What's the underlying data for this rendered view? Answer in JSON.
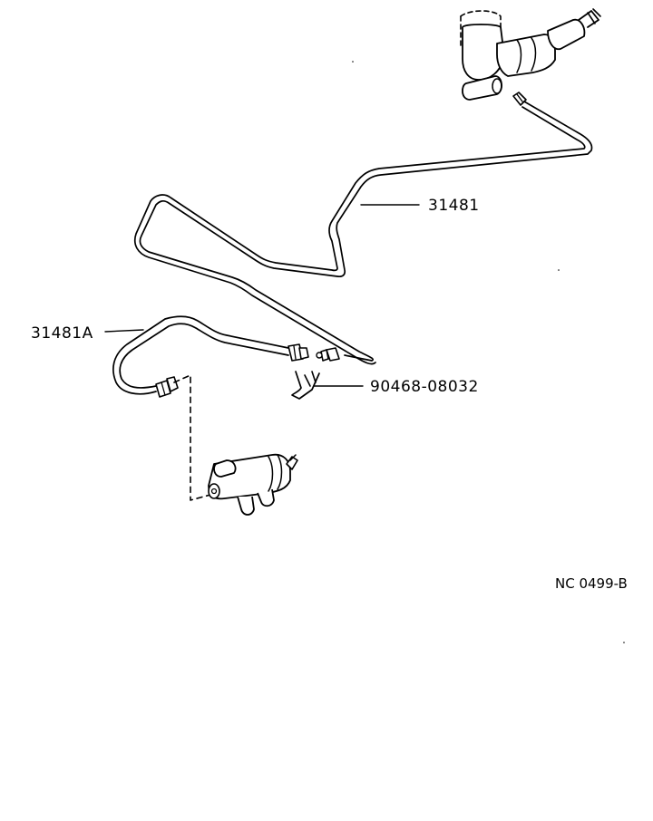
{
  "diagram": {
    "labels": {
      "tube": "31481",
      "hose": "31481A",
      "clip": "90468-08032",
      "reference": "NC 0499-B"
    },
    "colors": {
      "ink": "#000000",
      "background": "#ffffff"
    }
  }
}
